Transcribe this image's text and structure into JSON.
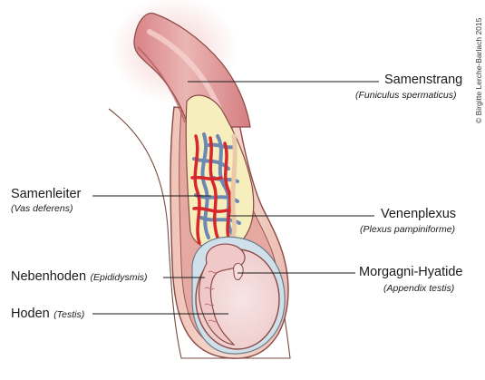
{
  "copyright": "© Birgitte Lerche-Barlach 2015",
  "labels": {
    "samenstrang": {
      "name": "Samenstrang",
      "latin": "(Funiculus spermaticus)"
    },
    "samenleiter": {
      "name": "Samenleiter",
      "latin": "(Vas deferens)"
    },
    "venenplexus": {
      "name": "Venenplexus",
      "latin": "(Plexus pampiniforme)"
    },
    "nebenhoden": {
      "name": "Nebenhoden",
      "latin": "(Epididysmis)"
    },
    "morgagni": {
      "name": "Morgagni-Hyatide",
      "latin": "(Appendix testis)"
    },
    "hoden": {
      "name": "Hoden",
      "latin": "(Testis)"
    }
  },
  "colors": {
    "skin_outer": "#f3dccc",
    "scrotum_wall": "#e9b3ad",
    "cord": "#e6a4a2",
    "cord_dark": "#c97072",
    "fat": "#f6efbd",
    "artery": "#d8262b",
    "vein": "#6d89b3",
    "testis": "#f3dada",
    "tunica": "#cfe0ea",
    "leader": "#1a1a1a"
  }
}
